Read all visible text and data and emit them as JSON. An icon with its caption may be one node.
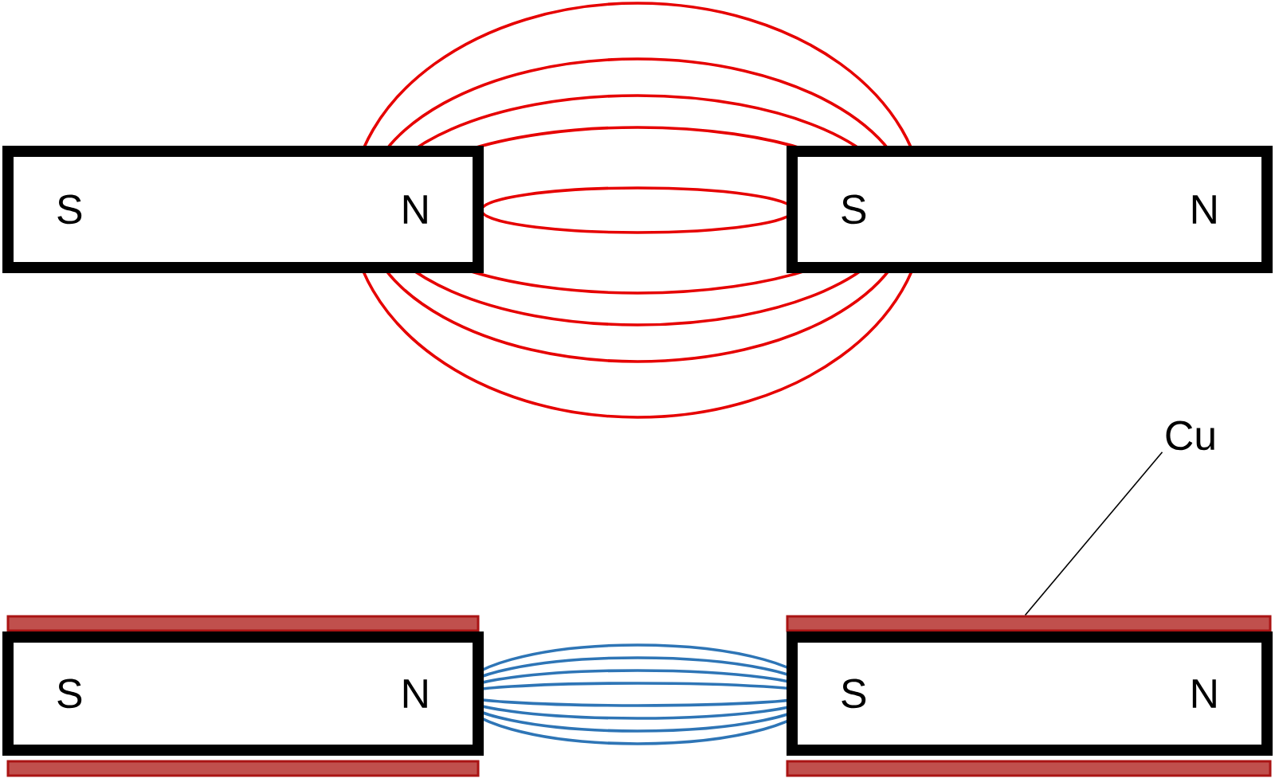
{
  "diagram": {
    "nodes": [
      {
        "text": [
          "S",
          "N"
        ]
      },
      {
        "text": [
          "S",
          "N"
        ]
      },
      {
        "text": [
          "Cu"
        ]
      },
      {
        "text": [],
        "shape": "bar"
      },
      {
        "text": [],
        "shape": "bar"
      },
      {
        "text": [
          "S",
          "N"
        ]
      },
      {
        "text": [
          "S",
          "N"
        ]
      },
      {
        "text": [],
        "shape": "bar"
      },
      {
        "text": [],
        "shape": "bar"
      }
    ],
    "edges": [
      {
        "from": 2,
        "to": 4,
        "arrow": "none"
      }
    ]
  }
}
